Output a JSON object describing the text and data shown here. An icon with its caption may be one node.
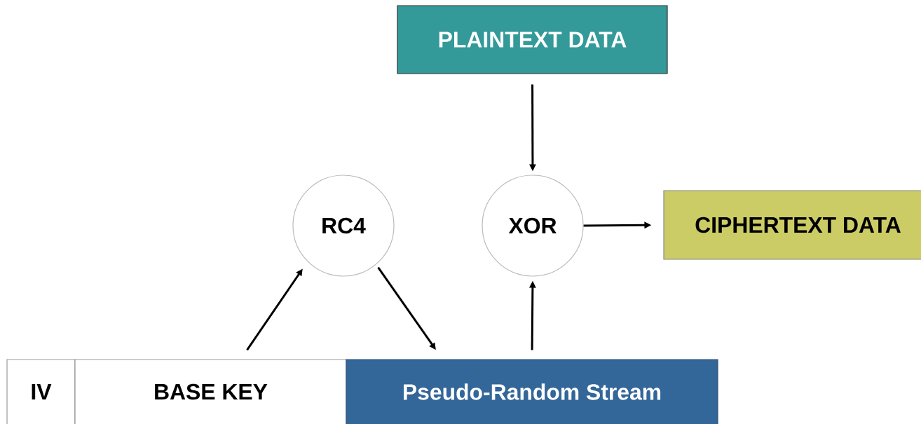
{
  "diagram": {
    "nodes": [
      {
        "text": [
          "PLAINTEXT DATA"
        ]
      },
      {
        "text": [
          "RC4"
        ]
      },
      {
        "text": [
          "XOR"
        ]
      },
      {
        "text": [
          "CIPHERTEXT DATA"
        ]
      },
      {
        "text": [
          "IV"
        ]
      },
      {
        "text": [
          "BASE KEY"
        ]
      },
      {
        "text": [
          "Pseudo-Random Stream"
        ]
      }
    ],
    "edges": [
      {
        "from": 0,
        "to": 2,
        "arrow": "to"
      },
      {
        "from": 2,
        "to": 3,
        "arrow": "to"
      },
      {
        "from": 5,
        "to": 1,
        "arrow": "to"
      },
      {
        "from": 1,
        "to": 6,
        "arrow": "to"
      },
      {
        "from": 6,
        "to": 2,
        "arrow": "to"
      }
    ]
  }
}
